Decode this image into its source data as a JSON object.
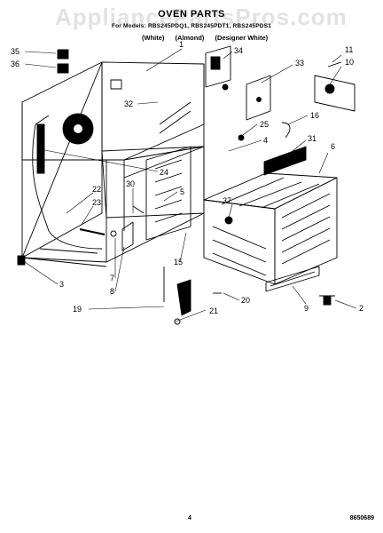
{
  "watermark": "AppliancePartsPros.com",
  "title": "OVEN PARTS",
  "subtitle": "For Models: RBS245PDQ1, RBS245PDT1, RBS245PDS1",
  "variants": [
    "(White)",
    "(Almond)",
    "(Designer White)"
  ],
  "callouts": {
    "c1": "1",
    "c2": "2",
    "c3": "3",
    "c4": "4",
    "c5": "5",
    "c6": "6",
    "c7": "7",
    "c8": "8",
    "c9": "9",
    "c10": "10",
    "c11": "11",
    "c15": "15",
    "c16": "16",
    "c19": "19",
    "c20": "20",
    "c21": "21",
    "c22": "22",
    "c23": "23",
    "c24": "24",
    "c25": "25",
    "c30": "30",
    "c31": "31",
    "c32": "32",
    "c33": "33",
    "c34": "34",
    "c35": "35",
    "c36": "36",
    "c37": "37"
  },
  "page_number": "4",
  "document_code": "8650689"
}
